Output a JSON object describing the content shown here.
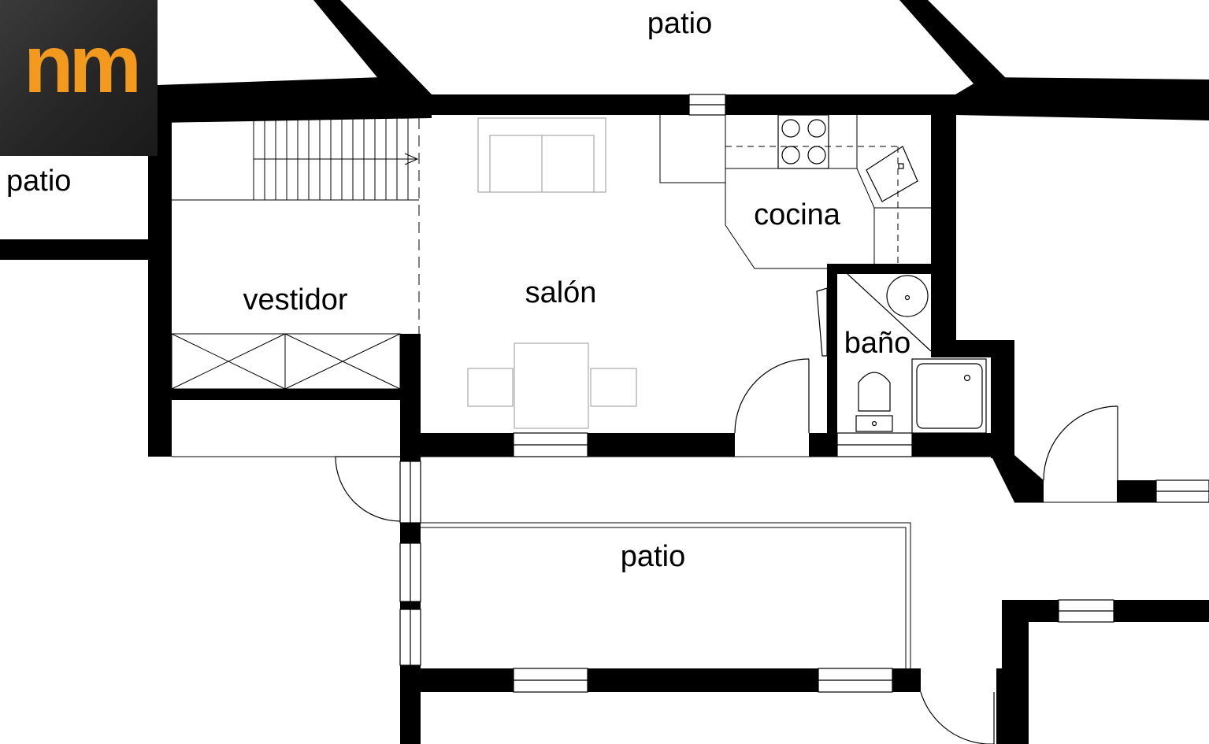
{
  "brand": {
    "logo_text": "nm",
    "accent_color": "#f39a1e"
  },
  "rooms": {
    "patio_top": "patio",
    "patio_left": "patio",
    "patio_bottom": "patio",
    "vestidor": "vestidor",
    "salon": "salón",
    "cocina": "cocina",
    "bano": "baño"
  }
}
